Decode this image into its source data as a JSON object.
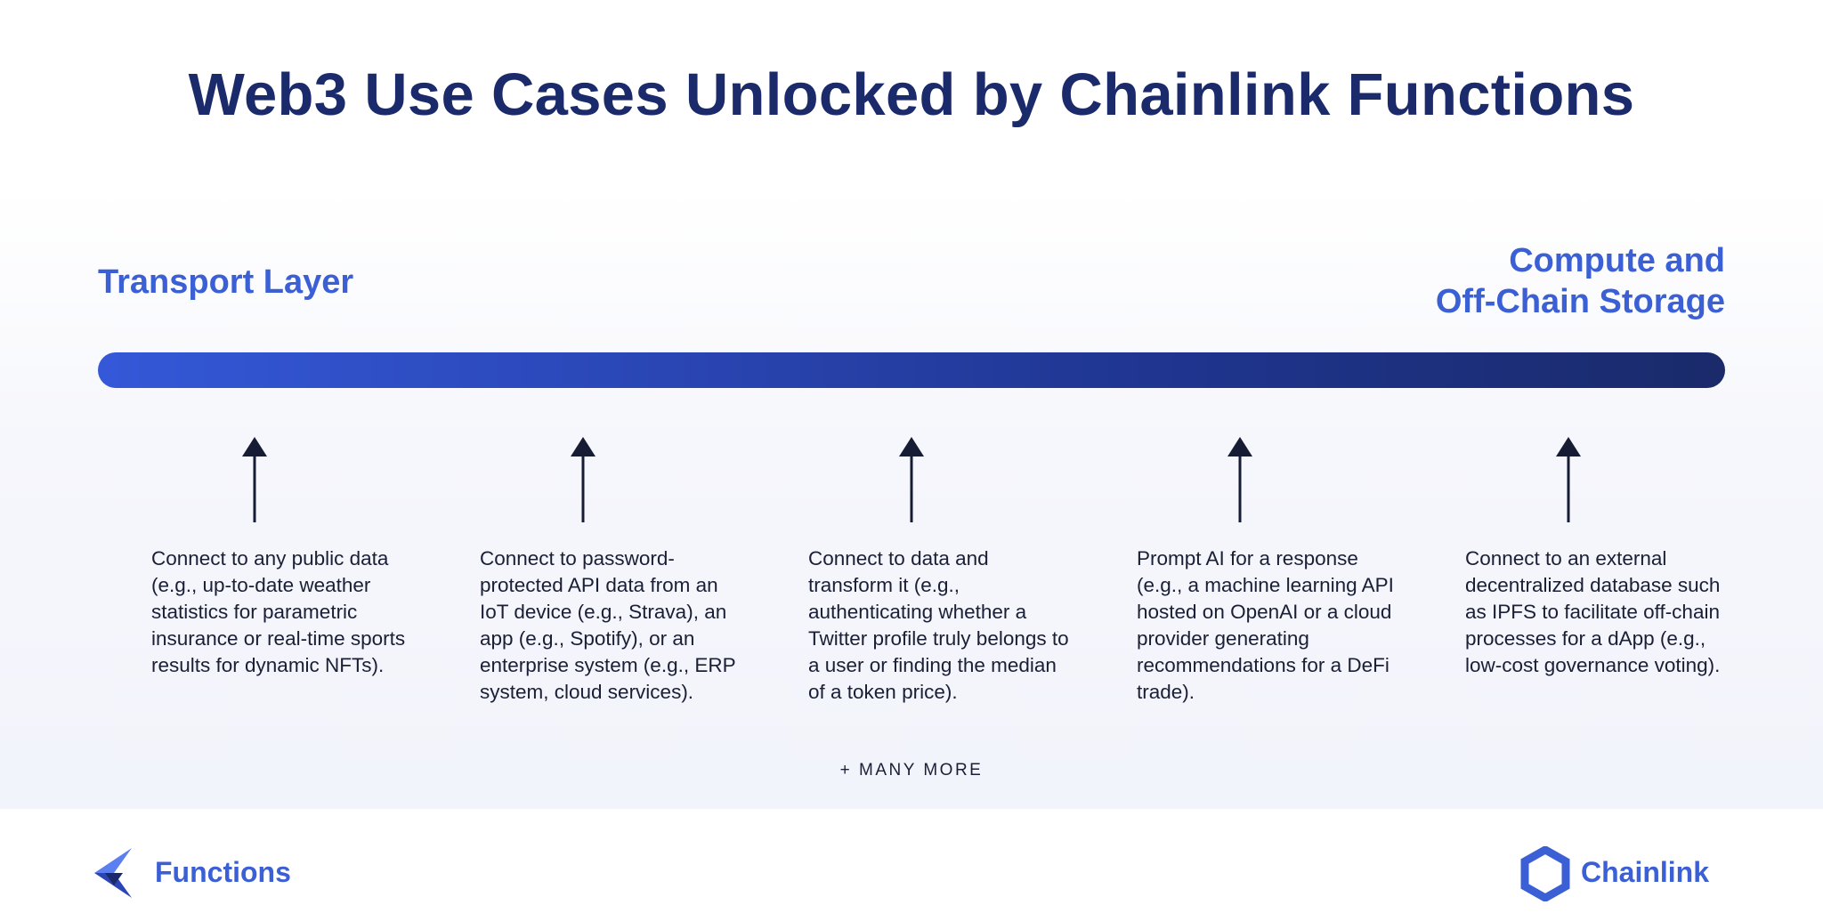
{
  "title": "Web3 Use Cases Unlocked by Chainlink Functions",
  "spectrum": {
    "left_label": "Transport Layer",
    "right_label_line1": "Compute and",
    "right_label_line2": "Off-Chain Storage"
  },
  "use_cases": [
    "Connect to any public data (e.g., up-to-date weather statistics for parametric insurance or real-time sports results for dynamic NFTs).",
    "Connect to password-protected API data from an IoT device (e.g., Strava), an app (e.g., Spotify), or an enterprise system (e.g., ERP system, cloud services).",
    "Connect to data and transform it (e.g., authenticating whether a Twitter profile truly belongs to a user or finding the median of a token price).",
    "Prompt AI for a response (e.g., a machine learning API hosted on OpenAI or a cloud provider generating recommendations for a DeFi trade).",
    "Connect to an external decentralized database such as IPFS to facilitate off-chain processes for a dApp (e.g., low-cost governance voting)."
  ],
  "more": "+ MANY MORE",
  "footer": {
    "left_brand": "Functions",
    "right_brand": "Chainlink"
  },
  "colors": {
    "title": "#1b2a6a",
    "accent": "#3b5fd4",
    "bar_start": "#3458d8",
    "bar_end": "#1a2a6a",
    "text": "#1a1f36"
  },
  "icons": {
    "left_logo": "functions-logo-icon",
    "right_logo": "chainlink-hexagon-icon",
    "arrow": "arrow-up-icon"
  }
}
